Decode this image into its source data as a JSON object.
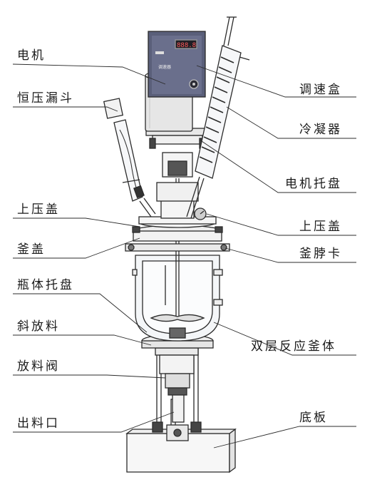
{
  "labels": {
    "motor": "电机",
    "pressure_funnel": "恒压漏斗",
    "upper_lid_left": "上压盖",
    "kettle_lid": "釜盖",
    "flask_tray": "瓶体托盘",
    "oblique_discharge": "斜放料",
    "discharge_valve": "放料阀",
    "outlet": "出料口",
    "speed_box": "调速盒",
    "condenser": "冷凝器",
    "motor_tray": "电机托盘",
    "upper_lid_right": "上压盖",
    "neck_clamp": "釜脖卡",
    "double_vessel": "双层反应釜体",
    "base": "底板"
  },
  "controller": {
    "display": "888.8",
    "knob_label": "调速器"
  },
  "colors": {
    "line": "#2b2b2b",
    "panel": "#5a5f7a",
    "motor_body": "#e6e6e6",
    "glass": "#f4f6f8"
  }
}
